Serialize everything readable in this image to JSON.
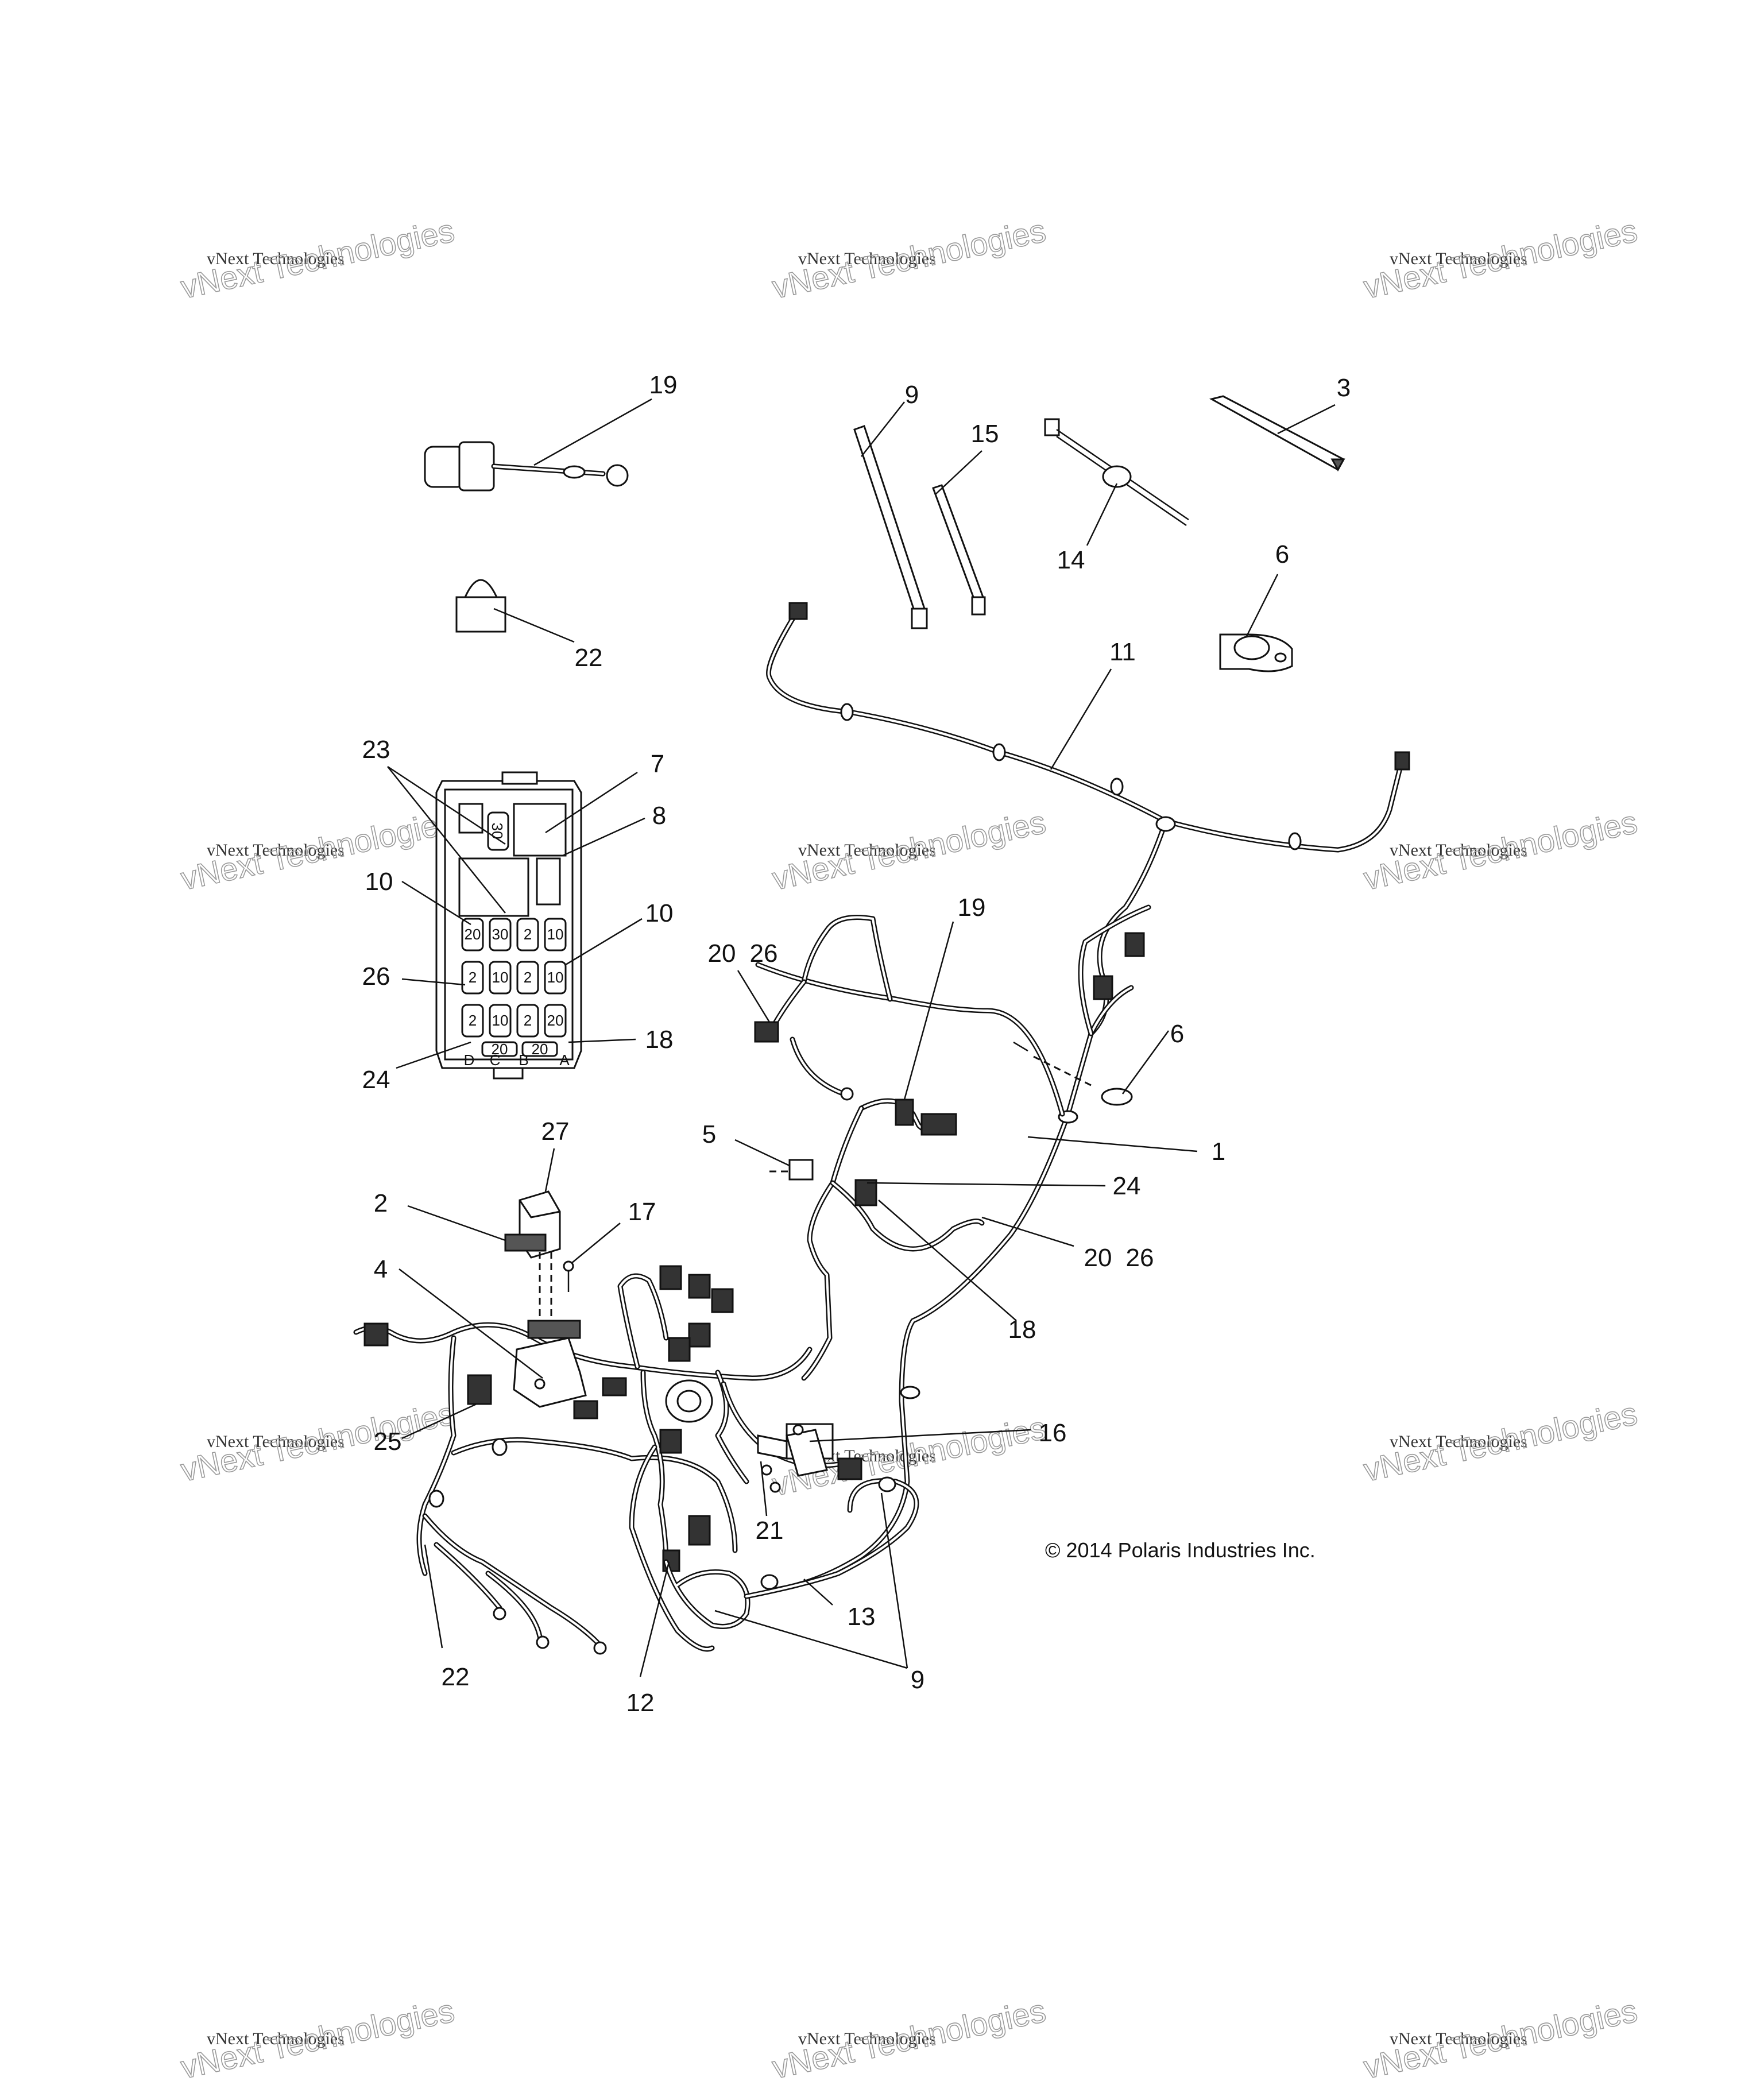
{
  "copyright": "© 2014 Polaris Industries Inc.",
  "watermark": {
    "line1": "vNext Technologies",
    "line2": "vNext Technologies"
  },
  "callouts": {
    "c19a": "19",
    "c22a": "22",
    "c9a": "9",
    "c15": "15",
    "c3": "3",
    "c14": "14",
    "c6a": "6",
    "c11": "11",
    "c23": "23",
    "c7": "7",
    "c8": "8",
    "c10a": "10",
    "c10b": "10",
    "c26a": "26",
    "c18a": "18",
    "c24a": "24",
    "c20a": "20",
    "c26b": "26",
    "c19b": "19",
    "c6b": "6",
    "c1": "1",
    "c5": "5",
    "c24b": "24",
    "c20b": "20",
    "c26c": "26",
    "c18b": "18",
    "c27": "27",
    "c2": "2",
    "c17": "17",
    "c4": "4",
    "c25": "25",
    "c16": "16",
    "c21": "21",
    "c13": "13",
    "c9b": "9",
    "c22b": "22",
    "c12": "12"
  },
  "fuse_box": {
    "top_fuse": "30",
    "col1": [
      "20",
      "2",
      "2"
    ],
    "col2": [
      "30",
      "10",
      "10"
    ],
    "col3": [
      "2",
      "2",
      "2"
    ],
    "col4": [
      "10",
      "10",
      "20"
    ],
    "bottom_row": [
      "20",
      "20"
    ],
    "letters": [
      "D",
      "C",
      "B",
      "A"
    ]
  }
}
